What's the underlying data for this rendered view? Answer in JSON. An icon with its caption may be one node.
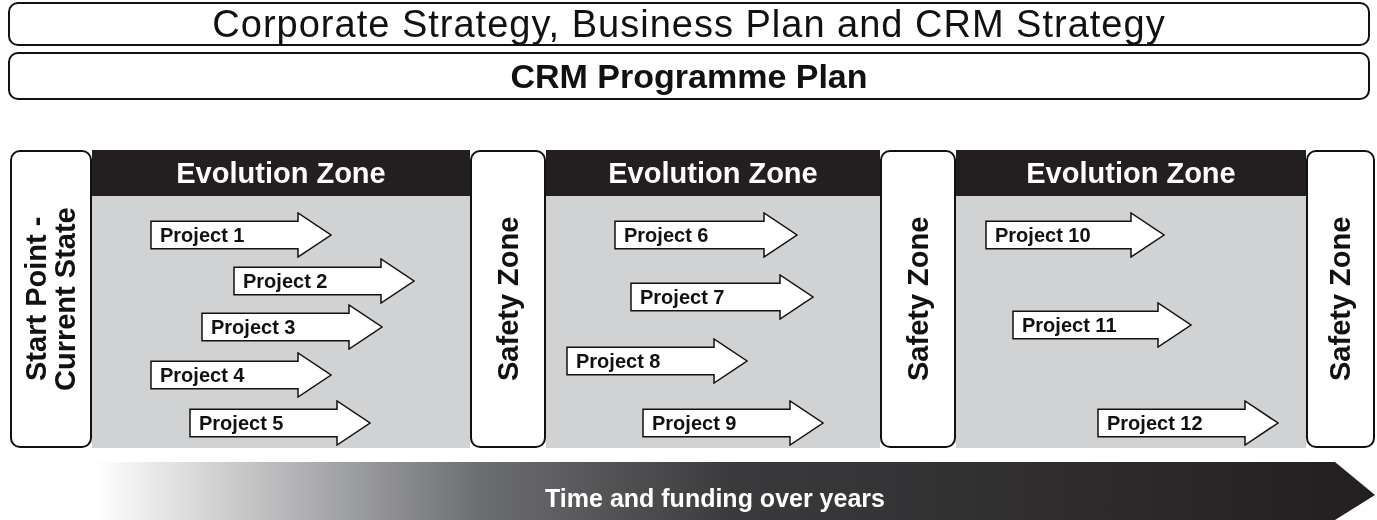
{
  "diagram": {
    "nodes": [
      {
        "text": [
          "Corporate Strategy, Business Plan and CRM Strategy"
        ]
      },
      {
        "text": [
          "CRM Programme Plan"
        ]
      },
      {
        "text": [
          "Start Point - Current State"
        ]
      },
      {
        "text": [
          "Evolution Zone"
        ]
      },
      {
        "text": [
          "Safety Zone"
        ]
      },
      {
        "text": [
          "Evolution Zone"
        ]
      },
      {
        "text": [
          "Safety Zone"
        ]
      },
      {
        "text": [
          "Evolution Zone"
        ]
      },
      {
        "text": [
          "Safety Zone"
        ]
      },
      {
        "text": [
          "Project 1"
        ],
        "in": 3
      },
      {
        "text": [
          "Project 2"
        ],
        "in": 3
      },
      {
        "text": [
          "Project 3"
        ],
        "in": 3
      },
      {
        "text": [
          "Project 4"
        ],
        "in": 3
      },
      {
        "text": [
          "Project 5"
        ],
        "in": 3
      },
      {
        "text": [
          "Project 6"
        ],
        "in": 5
      },
      {
        "text": [
          "Project 7"
        ],
        "in": 5
      },
      {
        "text": [
          "Project 8"
        ],
        "in": 5
      },
      {
        "text": [
          "Project 9"
        ],
        "in": 5
      },
      {
        "text": [
          "Project 10"
        ],
        "in": 7
      },
      {
        "text": [
          "Project 11"
        ],
        "in": 7
      },
      {
        "text": [
          "Project 12"
        ],
        "in": 7
      },
      {
        "text": [
          "Time and funding over years"
        ]
      }
    ]
  }
}
